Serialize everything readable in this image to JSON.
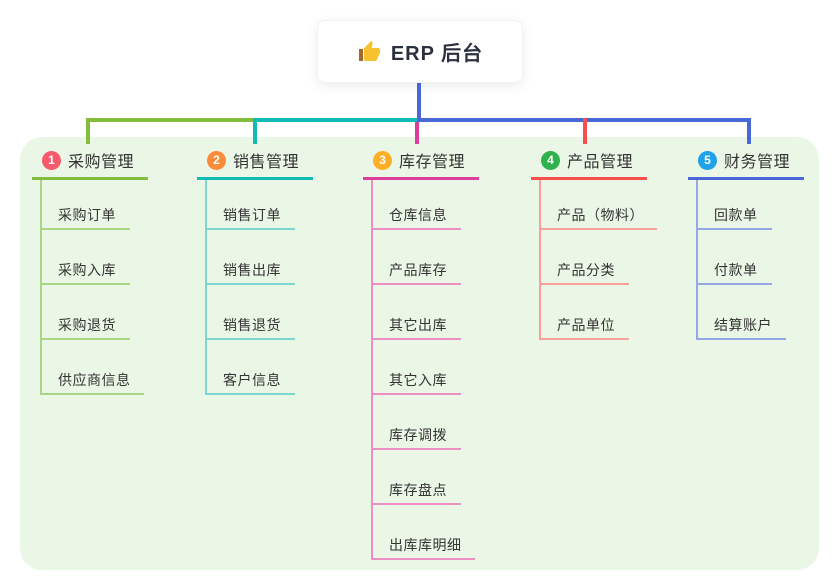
{
  "root": {
    "title": "ERP 后台",
    "icon": "thumbs-up-icon",
    "trunk_color": "#4A67D8",
    "text_color": "#2B3040"
  },
  "panel": {
    "background": "#EBF7E6"
  },
  "text_color": "#333333",
  "branches": [
    {
      "index": "1",
      "label": "采购管理",
      "badge_color": "#F75B6B",
      "line_color": "#82BE3C",
      "child_line_color": "#A9D584",
      "children": [
        "采购订单",
        "采购入库",
        "采购退货",
        "供应商信息"
      ]
    },
    {
      "index": "2",
      "label": "销售管理",
      "badge_color": "#FB8C3C",
      "line_color": "#12BCB4",
      "child_line_color": "#7DD6D0",
      "children": [
        "销售订单",
        "销售出库",
        "销售退货",
        "客户信息"
      ]
    },
    {
      "index": "3",
      "label": "库存管理",
      "badge_color": "#FFAE25",
      "line_color": "#DD3D9B",
      "child_line_color": "#EE8FC4",
      "children": [
        "仓库信息",
        "产品库存",
        "其它出库",
        "其它入库",
        "库存调拨",
        "库存盘点",
        "出库库明细"
      ]
    },
    {
      "index": "4",
      "label": "产品管理",
      "badge_color": "#2FB14D",
      "line_color": "#F5504D",
      "child_line_color": "#F9A09D",
      "children": [
        "产品（物料）",
        "产品分类",
        "产品单位"
      ]
    },
    {
      "index": "5",
      "label": "财务管理",
      "badge_color": "#20A2EA",
      "line_color": "#4A67D8",
      "child_line_color": "#97A6E5",
      "children": [
        "回款单",
        "付款单",
        "结算账户"
      ]
    }
  ]
}
